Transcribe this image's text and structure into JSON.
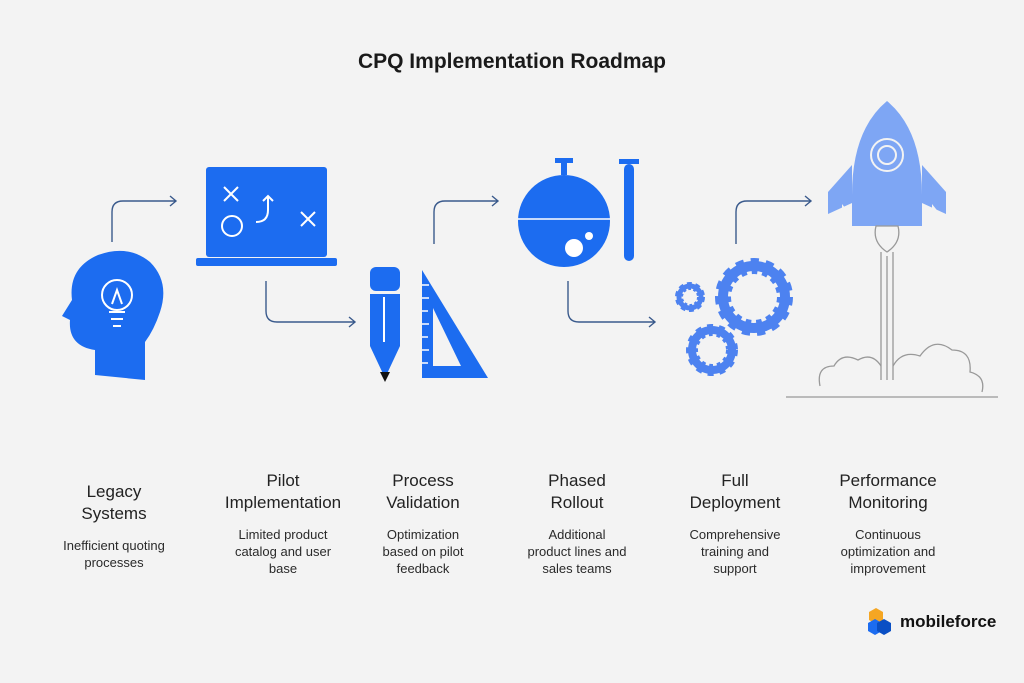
{
  "title": "CPQ Implementation Roadmap",
  "accent_color": "#1c6cf0",
  "accent_light": "#7ea6f4",
  "steps": [
    {
      "title_lines": [
        "Legacy",
        "Systems"
      ],
      "description_lines": [
        "Inefficient quoting",
        "processes"
      ],
      "icon": "head-lightbulb-icon"
    },
    {
      "title_lines": [
        "Pilot",
        "Implementation"
      ],
      "description_lines": [
        "Limited product",
        "catalog and user",
        "base"
      ],
      "icon": "laptop-strategy-icon"
    },
    {
      "title_lines": [
        "Process",
        "Validation"
      ],
      "description_lines": [
        "Optimization",
        "based on pilot",
        "feedback"
      ],
      "icon": "pencil-ruler-icon"
    },
    {
      "title_lines": [
        "Phased",
        "Rollout"
      ],
      "description_lines": [
        "Additional",
        "product lines and",
        "sales teams"
      ],
      "icon": "flask-test-tube-icon"
    },
    {
      "title_lines": [
        "Full",
        "Deployment"
      ],
      "description_lines": [
        "Comprehensive",
        "training and",
        "support"
      ],
      "icon": "gears-icon"
    },
    {
      "title_lines": [
        "Performance",
        "Monitoring"
      ],
      "description_lines": [
        "Continuous",
        "optimization and",
        "improvement"
      ],
      "icon": "rocket-icon"
    }
  ],
  "logo": {
    "text": "mobileforce",
    "icon": "mobileforce-logo-icon"
  }
}
